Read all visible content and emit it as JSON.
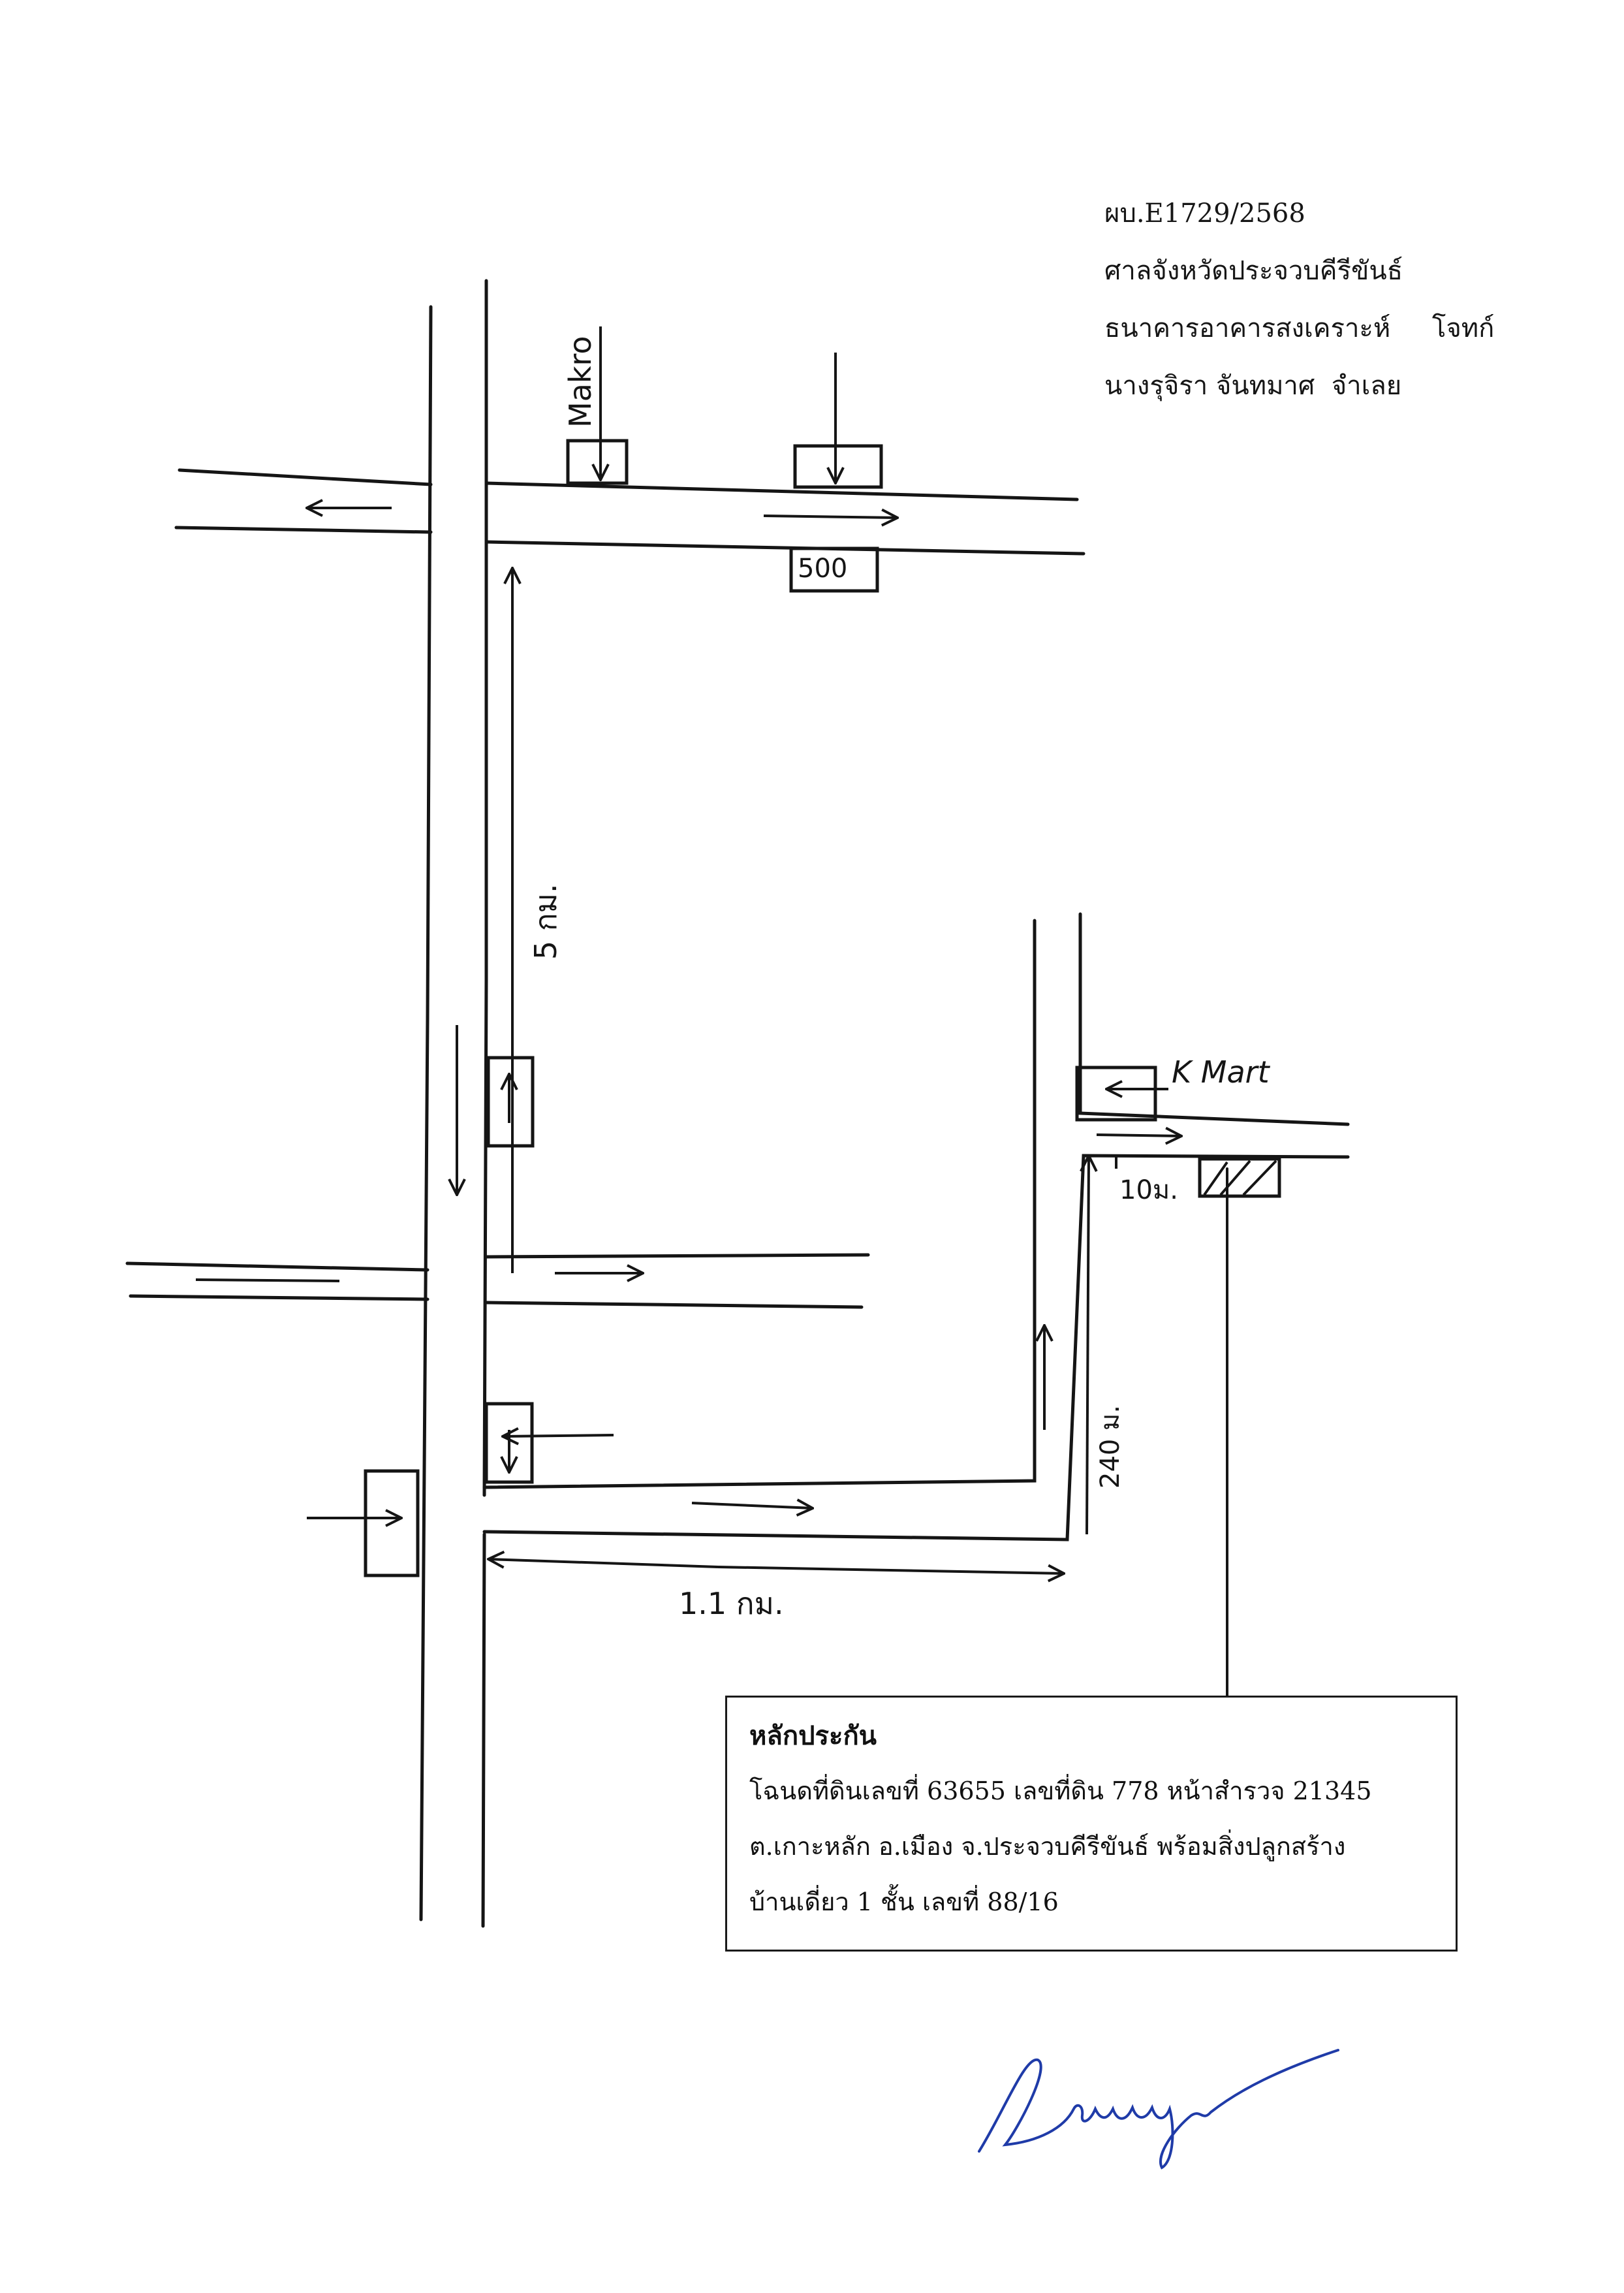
{
  "header": {
    "case_no": "ผบ.E1729/2568",
    "court": "ศาลจังหวัดประจวบคีรีขันธ์",
    "plaintiff": "ธนาคารอาคารสงเคราะห์     โจทก์",
    "defendant": "นางรุจิรา จันทมาศ  จำเลย"
  },
  "map_labels": {
    "makro": "Makro",
    "kmart": "K Mart",
    "distance_5km": "5 กม.",
    "distance_1_1km": "1.1 กม.",
    "distance_10m": "10ม.",
    "distance_240m": "240 ม.",
    "marker_500": "500"
  },
  "collateral": {
    "title": "หลักประกัน",
    "line1": "โฉนดที่ดินเลขที่  63655  เลขที่ดิน 778 หน้าสำรวจ 21345",
    "line2": "ต.เกาะหลัก อ.เมือง จ.ประจวบคีรีขันธ์ พร้อมสิ่งปลูกสร้าง",
    "line3": "บ้านเดี่ยว 1 ชั้น เลขที่ 88/16"
  },
  "signature": {
    "ink_color": "#1f3ba8"
  },
  "colors": {
    "ink": "#151515",
    "paper": "#ffffff"
  }
}
